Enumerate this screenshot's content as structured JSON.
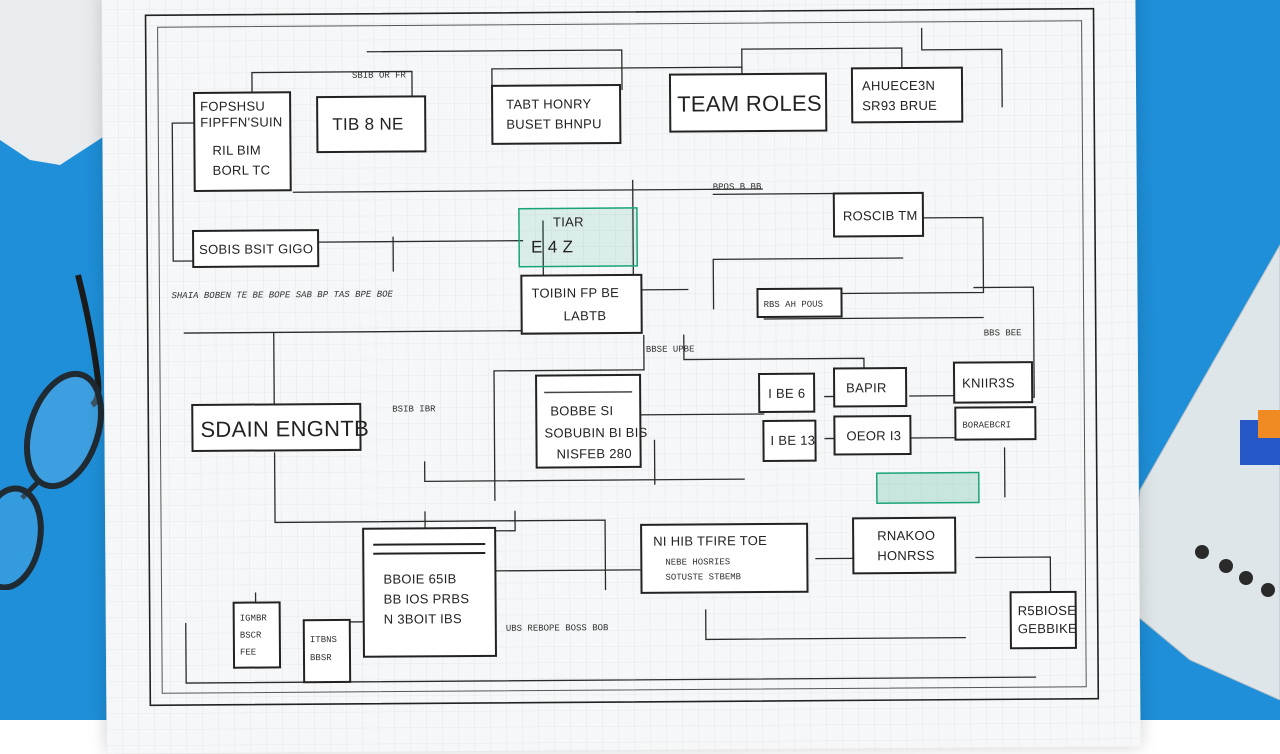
{
  "colors": {
    "desk": "#1e8fd8",
    "paper": "#f6f7f8",
    "ink": "#222222",
    "grid": "#dfe3e8",
    "highlight_green": "#1aa37a",
    "pencil_orange": "#ef7d22"
  },
  "boxes": {
    "top_left_card": [
      "FOPSHSU",
      "FIPFFN'SUIN",
      "RIL BIM",
      "BORL TC"
    ],
    "roles_small": "TIB 8 NE",
    "team_center": [
      "TABT HONRY",
      "BUSET BHNPU"
    ],
    "team_roles": "TEAM ROLES",
    "right_top": [
      "AHUECE3N",
      "SR93 BRUE"
    ],
    "left_mid": "SOBIS BSIT GIGO",
    "center_green": [
      "TIAR",
      "E 4 Z"
    ],
    "right_mid": "ROSCIB TM",
    "center_mid": [
      "TOIBIN FP BE",
      "LABTB"
    ],
    "right_strip": "RBS AH POUS",
    "left_main": "SDAIN ENGNTB",
    "center_box": [
      "BOBBE SI",
      "SOBUBIN BI BIS",
      "NISFEB 280"
    ],
    "pair_a": "I BE 6",
    "pair_b": "BAPIR",
    "pair_c": "KNIIR3S",
    "pair_d": "I BE 13",
    "pair_e": "OEOR I3",
    "pair_f": "BORAEBCRI",
    "bottom_center": [
      "NI HIB TFIRE TOE",
      "NEBE HOSRIES",
      "SOTUSTE STBEMB"
    ],
    "bottom_right_note": [
      "RNAKOO",
      "HONRSS"
    ],
    "bottom_left_doc": [
      "BBOIE 65IB",
      "BB IOS PRBS",
      "N 3BOIT IBS"
    ],
    "bottom_far_right": [
      "R5BIOSE",
      "GEBBIKE"
    ],
    "tiny_left_a": [
      "IGMBR",
      "BSCR",
      "FEE"
    ],
    "tiny_left_b": [
      "ITBNS",
      "BBSR"
    ]
  },
  "annotations": {
    "ann_scribble": "SHAIA BOBEN TE BE BOPE SAB BP TAS BPE BOE",
    "ann_top": "SBIB OR FR",
    "ann_roles": "BPOS B BB",
    "ann_mid": "BBSE UPBE",
    "ann_right": "BBS BEE",
    "ann_left": "BSIB IBR",
    "ann_bottom": "UBS REBOPE BOSS BOB"
  }
}
